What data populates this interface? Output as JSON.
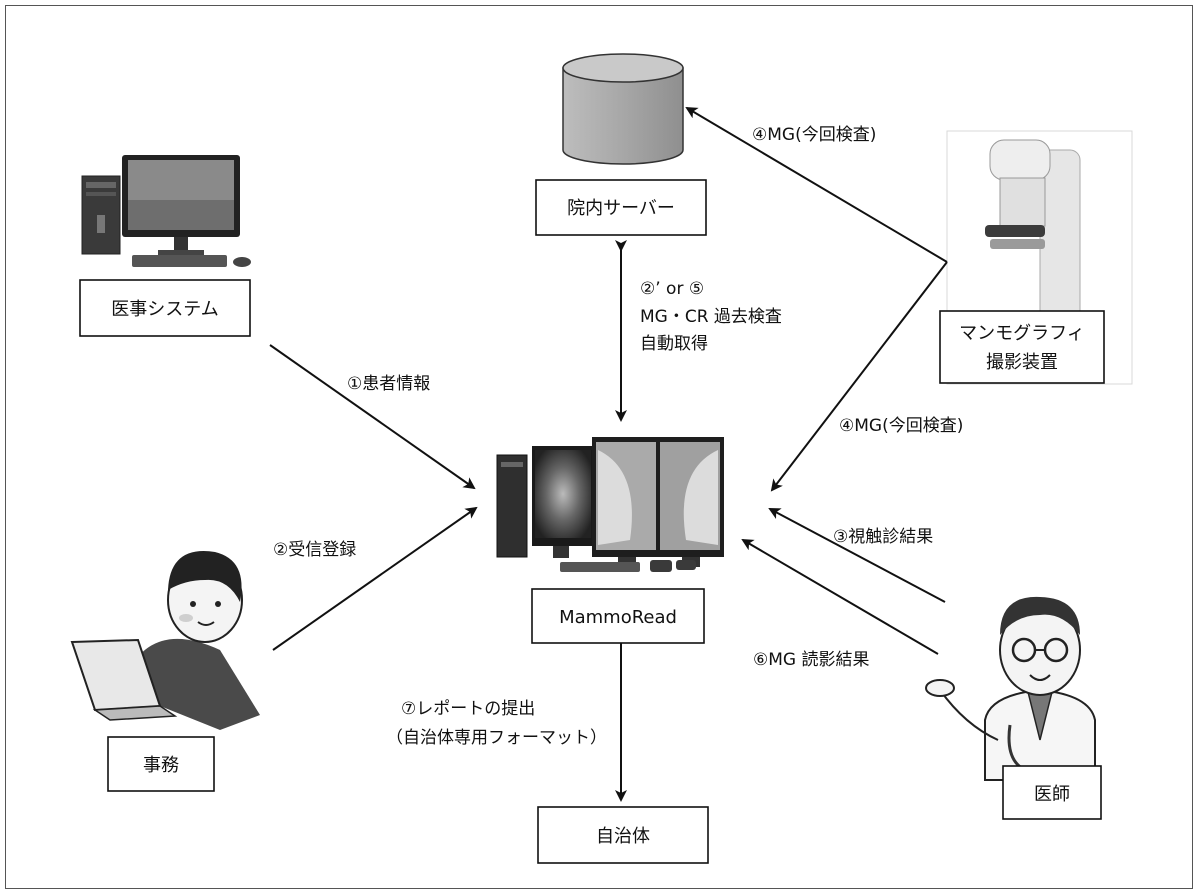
{
  "nodes": {
    "server": "院内サーバー",
    "medical_system": "医事システム",
    "mammography_device_line1": "マンモグラフィ",
    "mammography_device_line2": "撮影装置",
    "mammoread": "MammoRead",
    "office": "事務",
    "doctor": "医師",
    "municipality": "自治体"
  },
  "edges": {
    "mg_current_to_server": "④MG(今回検査)",
    "past_exam_line1": "②’ or ⑤",
    "past_exam_line2": "MG・CR 過去検査",
    "past_exam_line3": "自動取得",
    "patient_info": "①患者情報",
    "mg_current_to_mammoread": "④MG(今回検査)",
    "reception": "②受信登録",
    "palpation_result": "③視触診結果",
    "mg_reading_result": "⑥MG 読影結果",
    "report_line1": "⑦レポートの提出",
    "report_line2": "（自治体専用フォーマット）"
  },
  "colors": {
    "line": "#111111",
    "box_fill": "#ffffff",
    "illustration_gray": "#8a8a8a"
  }
}
